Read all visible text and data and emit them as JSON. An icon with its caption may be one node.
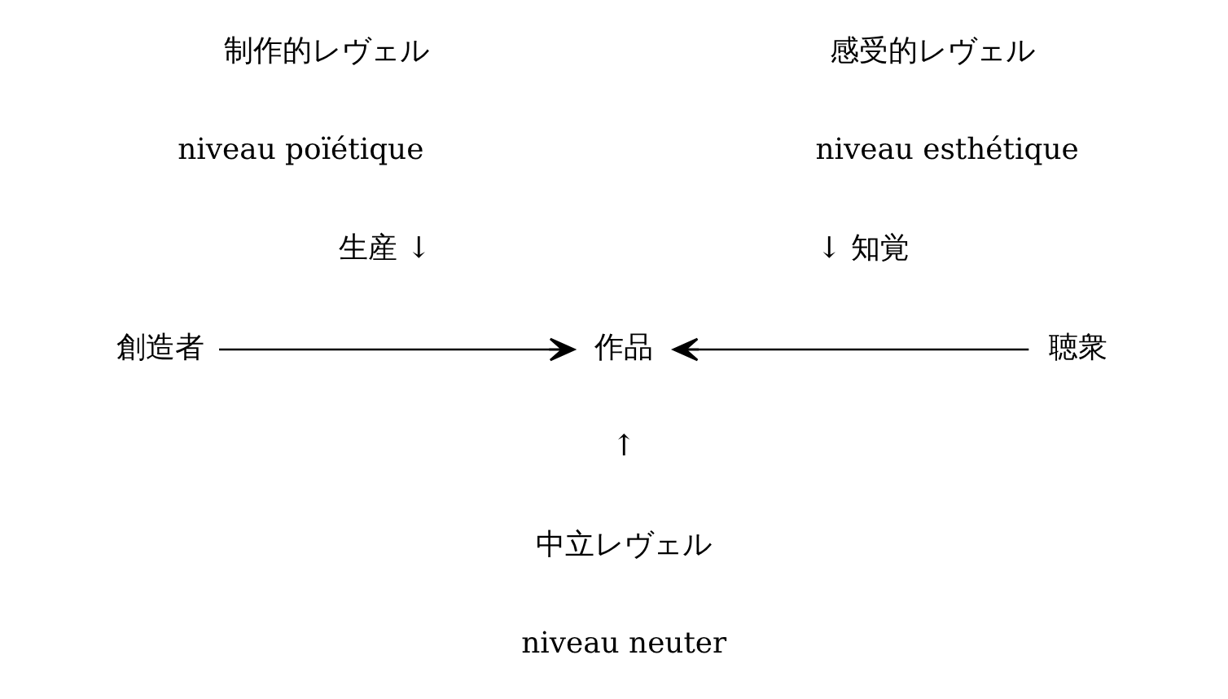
{
  "diagram": {
    "nodes": [
      {
        "text": [
          "創造者"
        ]
      },
      {
        "text": [
          "作品"
        ]
      },
      {
        "text": [
          "聴衆"
        ]
      }
    ],
    "edges": [
      {
        "from": 0,
        "to": 1,
        "arrow": "to"
      },
      {
        "from": 2,
        "to": 1,
        "arrow": "to"
      }
    ],
    "labels": [
      "制作的レヴェル",
      "niveau poïétique",
      "感受的レヴェル",
      "niveau esthétique",
      "生産 ↓",
      "↓ 知覚",
      "↑",
      "中立レヴェル",
      "niveau neuter"
    ]
  }
}
